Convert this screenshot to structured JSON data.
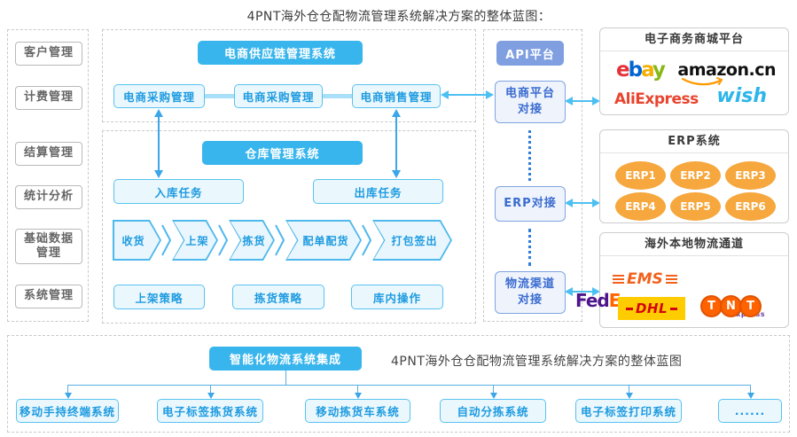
{
  "page_title": "4PNT海外仓仓配物流管理系统解决方案的整体蓝图：",
  "sidebar": {
    "items": [
      "客户管理",
      "计费管理",
      "结算管理",
      "统计分析",
      "基础数据管理",
      "系统管理"
    ]
  },
  "supply_chain": {
    "header": "电商供应链管理系统",
    "modules": [
      "电商采购管理",
      "电商采购管理",
      "电商销售管理"
    ]
  },
  "warehouse": {
    "header": "仓库管理系统",
    "inbound": "入库任务",
    "outbound": "出库任务",
    "process": [
      "收货",
      "上架",
      "拣货",
      "配单配货",
      "打包签出"
    ],
    "strategies": [
      "上架策略",
      "拣货策略",
      "库内操作"
    ]
  },
  "api_platform": {
    "header": "API平台",
    "nodes": [
      "电商平台对接",
      "ERP对接",
      "物流渠道对接"
    ]
  },
  "ecommerce_platforms": {
    "title": "电子商务商城平台",
    "ebay_letters": [
      "e",
      "b",
      "a",
      "y"
    ],
    "amazon": {
      "word": "amazon",
      "tld": ".cn"
    },
    "aliexpress": "AliExpress",
    "wish": "wish"
  },
  "erp_systems": {
    "title": "ERP系统",
    "items": [
      "ERP1",
      "ERP2",
      "ERP3",
      "ERP4",
      "ERP5",
      "ERP6"
    ]
  },
  "logistics_channels": {
    "title": "海外本地物流通道",
    "ems": "EMS",
    "fedex": {
      "part1": "Fed",
      "part2": "Ex",
      "sub": "Express"
    },
    "dhl": "DHL",
    "tnt_letters": [
      "T",
      "N",
      "T"
    ]
  },
  "integration": {
    "header": "智能化物流系统集成",
    "caption": "4PNT海外仓仓配物流管理系统解决方案的整体蓝图",
    "systems": [
      "移动手持终端系统",
      "电子标签拣货系统",
      "移动拣货车系统",
      "自动分拣系统",
      "电子标签打印系统",
      "......"
    ]
  },
  "colors": {
    "primary_blue": "#38b5ec",
    "light_blue_fill": "#eaf7fd",
    "blue_border": "#59c2f0",
    "blue_text": "#1e9be0",
    "api_header_blue": "#7f9fe1",
    "api_node_text": "#3a6bd0",
    "erp_orange": "#f6a73d",
    "arrow_blue": "#3ba6e8",
    "light_arrow_blue": "#4dc0f2"
  }
}
